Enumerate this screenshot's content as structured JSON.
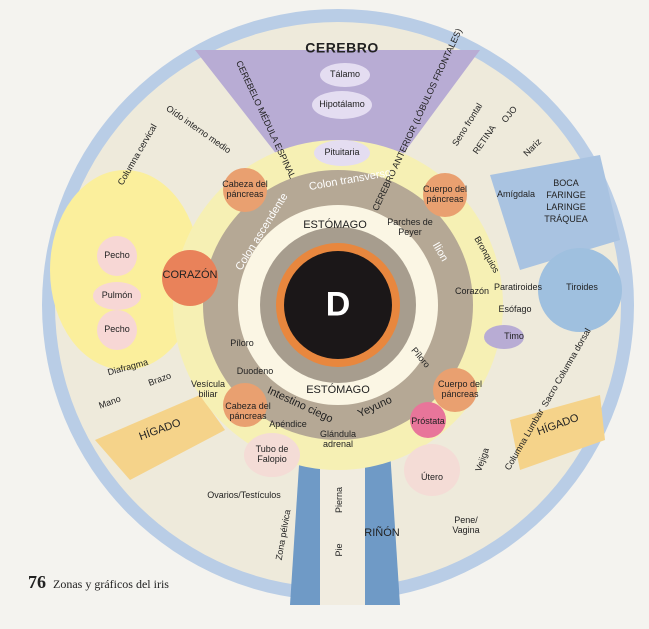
{
  "center_letter": "D",
  "footer": {
    "page_number": "76",
    "caption": "Zonas y gráficos del iris"
  },
  "labels": {
    "cerebro": "CEREBRO",
    "talamo": "Tálamo",
    "hipotalamo": "Hipotálamo",
    "pituitaria": "Pituitaria",
    "cerebelo": "CEREBELO MÉDULA ESPINAL",
    "cerebro_anterior": "CEREBRO ANTERIOR (LÓBULOS FRONTALES)",
    "oido": "Oído interno medio",
    "columna_cervical": "Columna cervical",
    "seno_frontal": "Seno frontal",
    "retina": "RETINA",
    "ojo": "OJO",
    "nariz": "Nariz",
    "amigdala": "Amígdala",
    "boca": "BOCA",
    "faringe": "FARINGE",
    "laringe": "LARINGE",
    "traquea": "TRÁQUEA",
    "cabeza_pancreas_top": "Cabeza del páncreas",
    "cuerpo_pancreas_top": "Cuerpo del páncreas",
    "colon_ascendente": "Colon ascendente",
    "colon_transverso": "Colon transverso",
    "ilion": "Ilion",
    "estomago_top": "ESTÓMAGO",
    "parches_peyer": "Parches de Peyer",
    "bronquios": "Bronquios",
    "corazon_right": "Corazón",
    "paratiroides": "Paratiroides",
    "tiroides": "Tiroides",
    "esofago": "Esófago",
    "timo": "Timo",
    "pecho_top": "Pecho",
    "pulmon": "Pulmón",
    "pecho_bottom": "Pecho",
    "corazon_left": "CORAZÓN",
    "piloro_left": "Píloro",
    "piloro_right": "Píloro",
    "duodeno": "Duodeno",
    "estomago_bottom": "ESTÓMAGO",
    "intestino_ciego": "Intestino ciego",
    "yeyuno": "Yeyuno",
    "diafragma": "Diafragma",
    "mano": "Mano",
    "brazo": "Brazo",
    "vesicula": "Vesícula biliar",
    "higado_left": "HÍGADO",
    "cabeza_pancreas_bottom": "Cabeza del páncreas",
    "apendice": "Apéndice",
    "glandula_adrenal": "Glándula adrenal",
    "prostata": "Próstata",
    "cuerpo_pancreas_bottom": "Cuerpo del páncreas",
    "columna_dorsal": "Sacro Columna dorsal",
    "columna_lumbar": "Columna Lumbar",
    "higado_right": "HÍGADO",
    "trompas": "Tubo de Falopio",
    "ovarios": "Ovarios/Testículos",
    "zona_pelvica": "Zona pélvica",
    "pierna": "Pierna",
    "pie": "Pie",
    "rinon": "RIÑÓN",
    "utero": "Útero",
    "vejiga": "Vejiga",
    "pene": "Pene/ Vagina"
  }
}
